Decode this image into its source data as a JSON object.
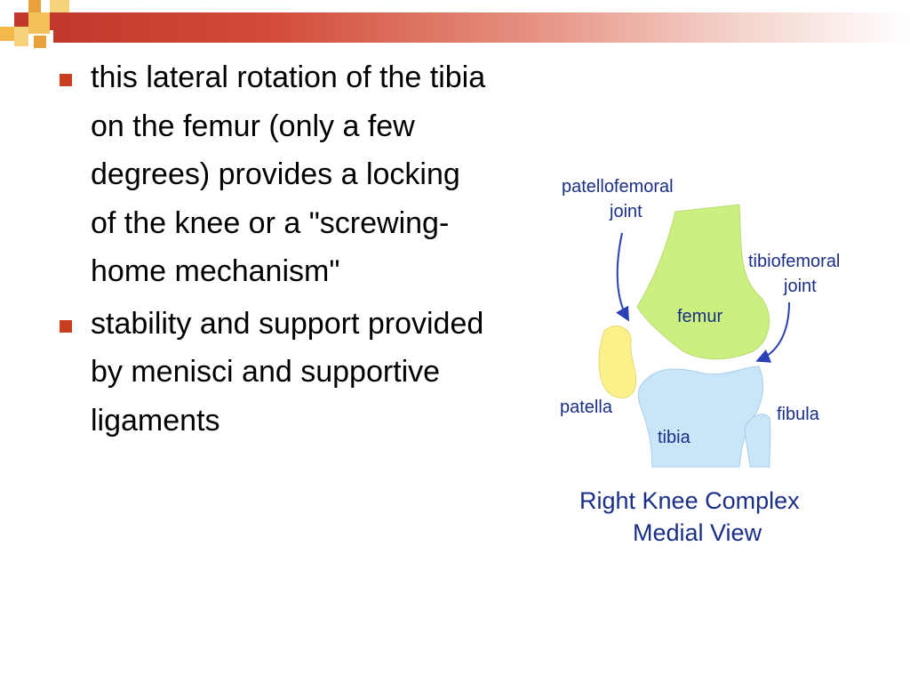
{
  "colors": {
    "accent": "#c0392b",
    "bullet": "#c8401f",
    "femur": "#ccf080",
    "patella": "#fbf08a",
    "tibia": "#c8e6f8",
    "label": "#1a2f85"
  },
  "bullets": [
    "this lateral rotation of the tibia on the femur (only a few degrees) provides a locking of the knee or a \"screwing-home mechanism\"",
    "stability and support provided by menisci and supportive ligaments"
  ],
  "figure": {
    "labels": {
      "patellofemoral_1": "patellofemoral",
      "patellofemoral_2": "joint",
      "tibiofemoral_1": "tibiofemoral",
      "tibiofemoral_2": "joint",
      "femur": "femur",
      "patella": "patella",
      "tibia": "tibia",
      "fibula": "fibula"
    },
    "caption_line1": "Right Knee Complex",
    "caption_line2": "Medial View"
  }
}
